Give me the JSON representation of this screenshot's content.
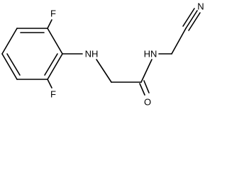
{
  "atom_labels": {
    "f_top": "F",
    "f_bottom": "F",
    "amine_nh": "NH",
    "amide_nh": "HN",
    "carbonyl_o": "O",
    "nitrile_n": "N"
  }
}
